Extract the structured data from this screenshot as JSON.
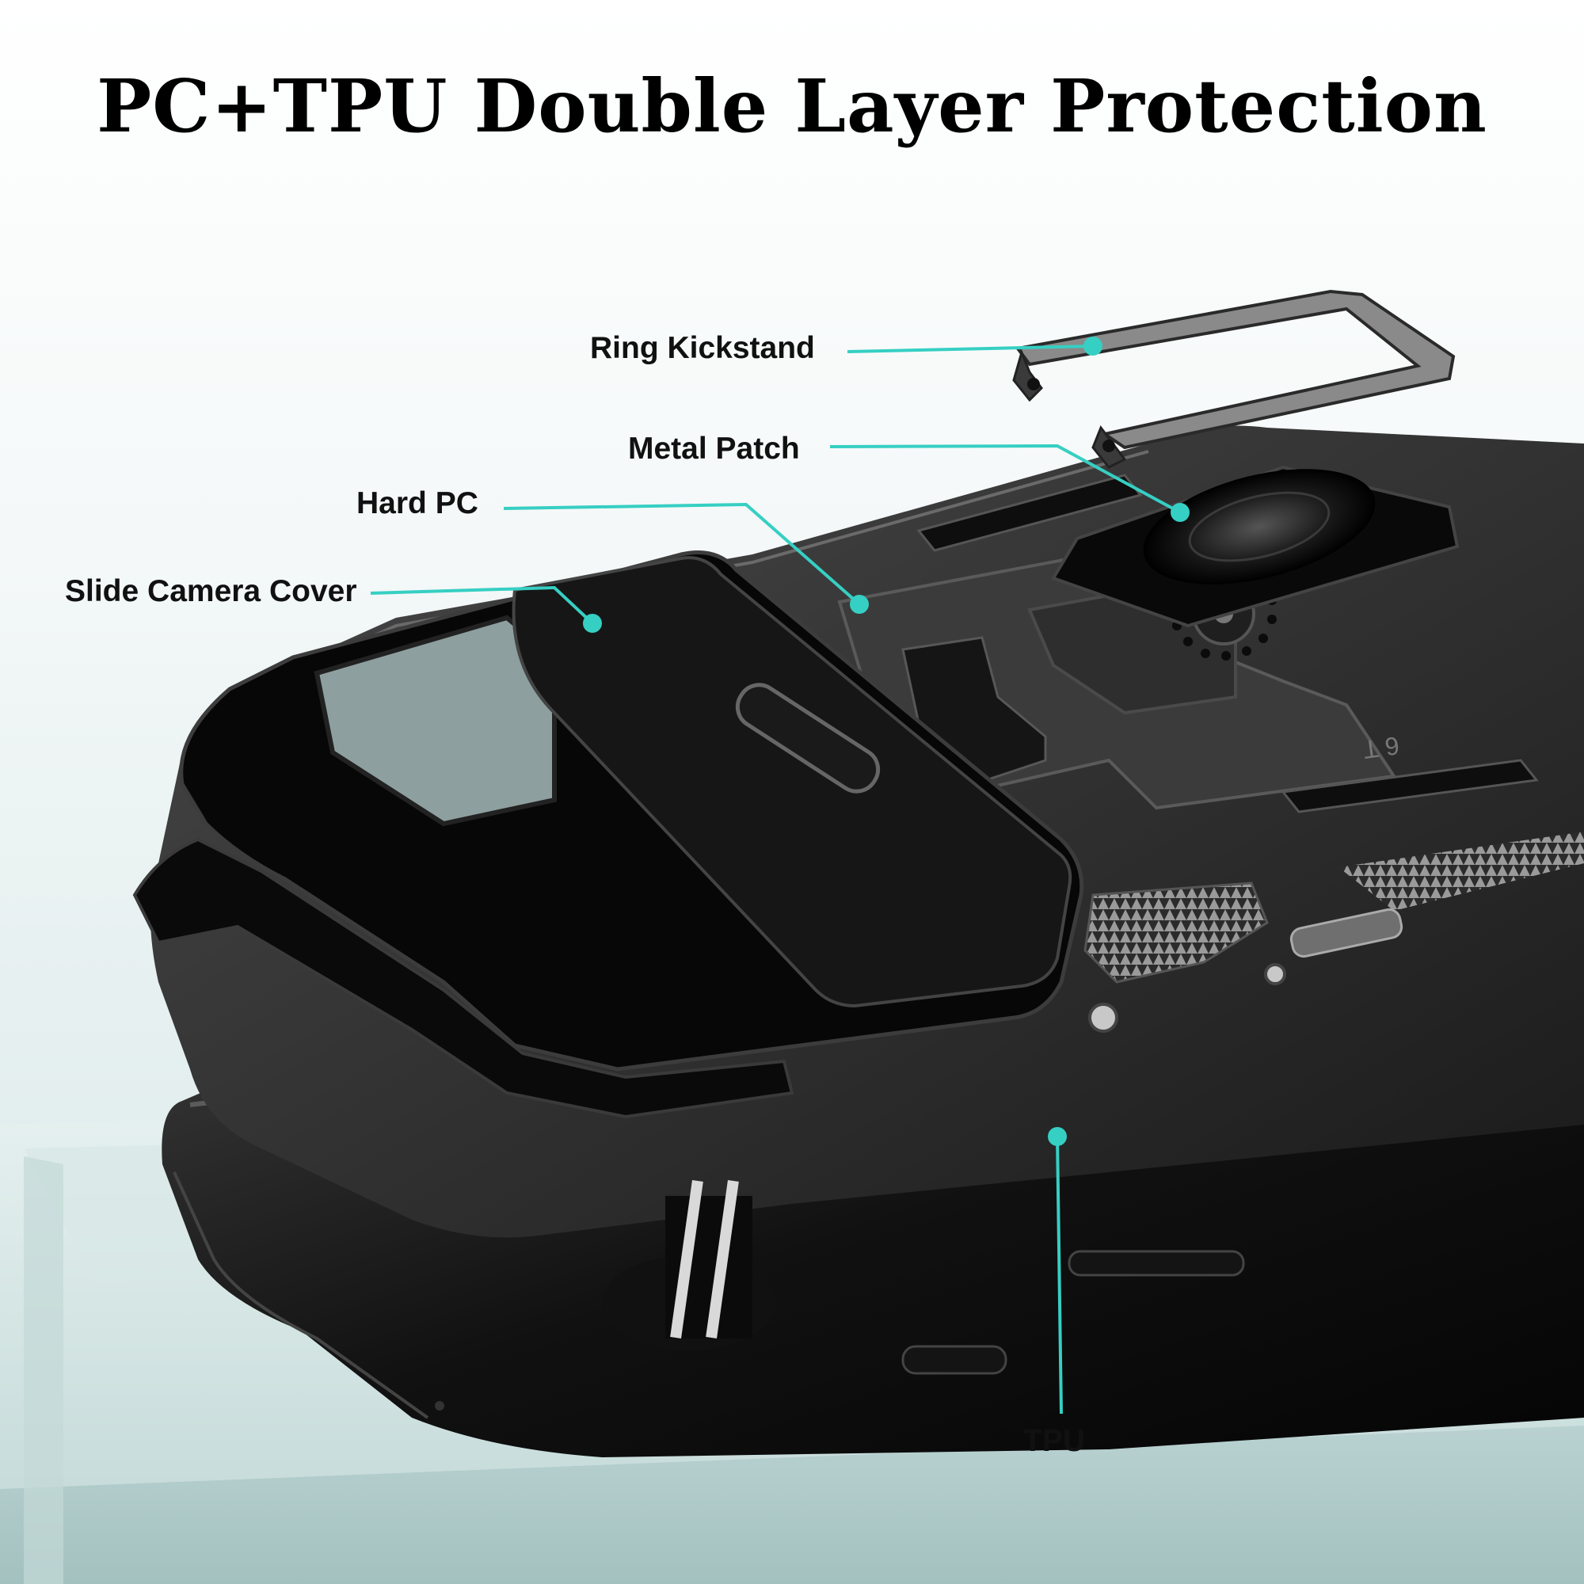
{
  "title": "PC+TPU Double Layer Protection",
  "callouts": {
    "ring_kickstand": "Ring Kickstand",
    "metal_patch": "Metal Patch",
    "hard_pc": "Hard PC",
    "slide_camera_cover": "Slide Camera Cover",
    "tpu": "TPU"
  },
  "colors": {
    "callout_line": "#36cfc3",
    "case_black": "#0d0d0d",
    "background": "#eef4f4"
  }
}
